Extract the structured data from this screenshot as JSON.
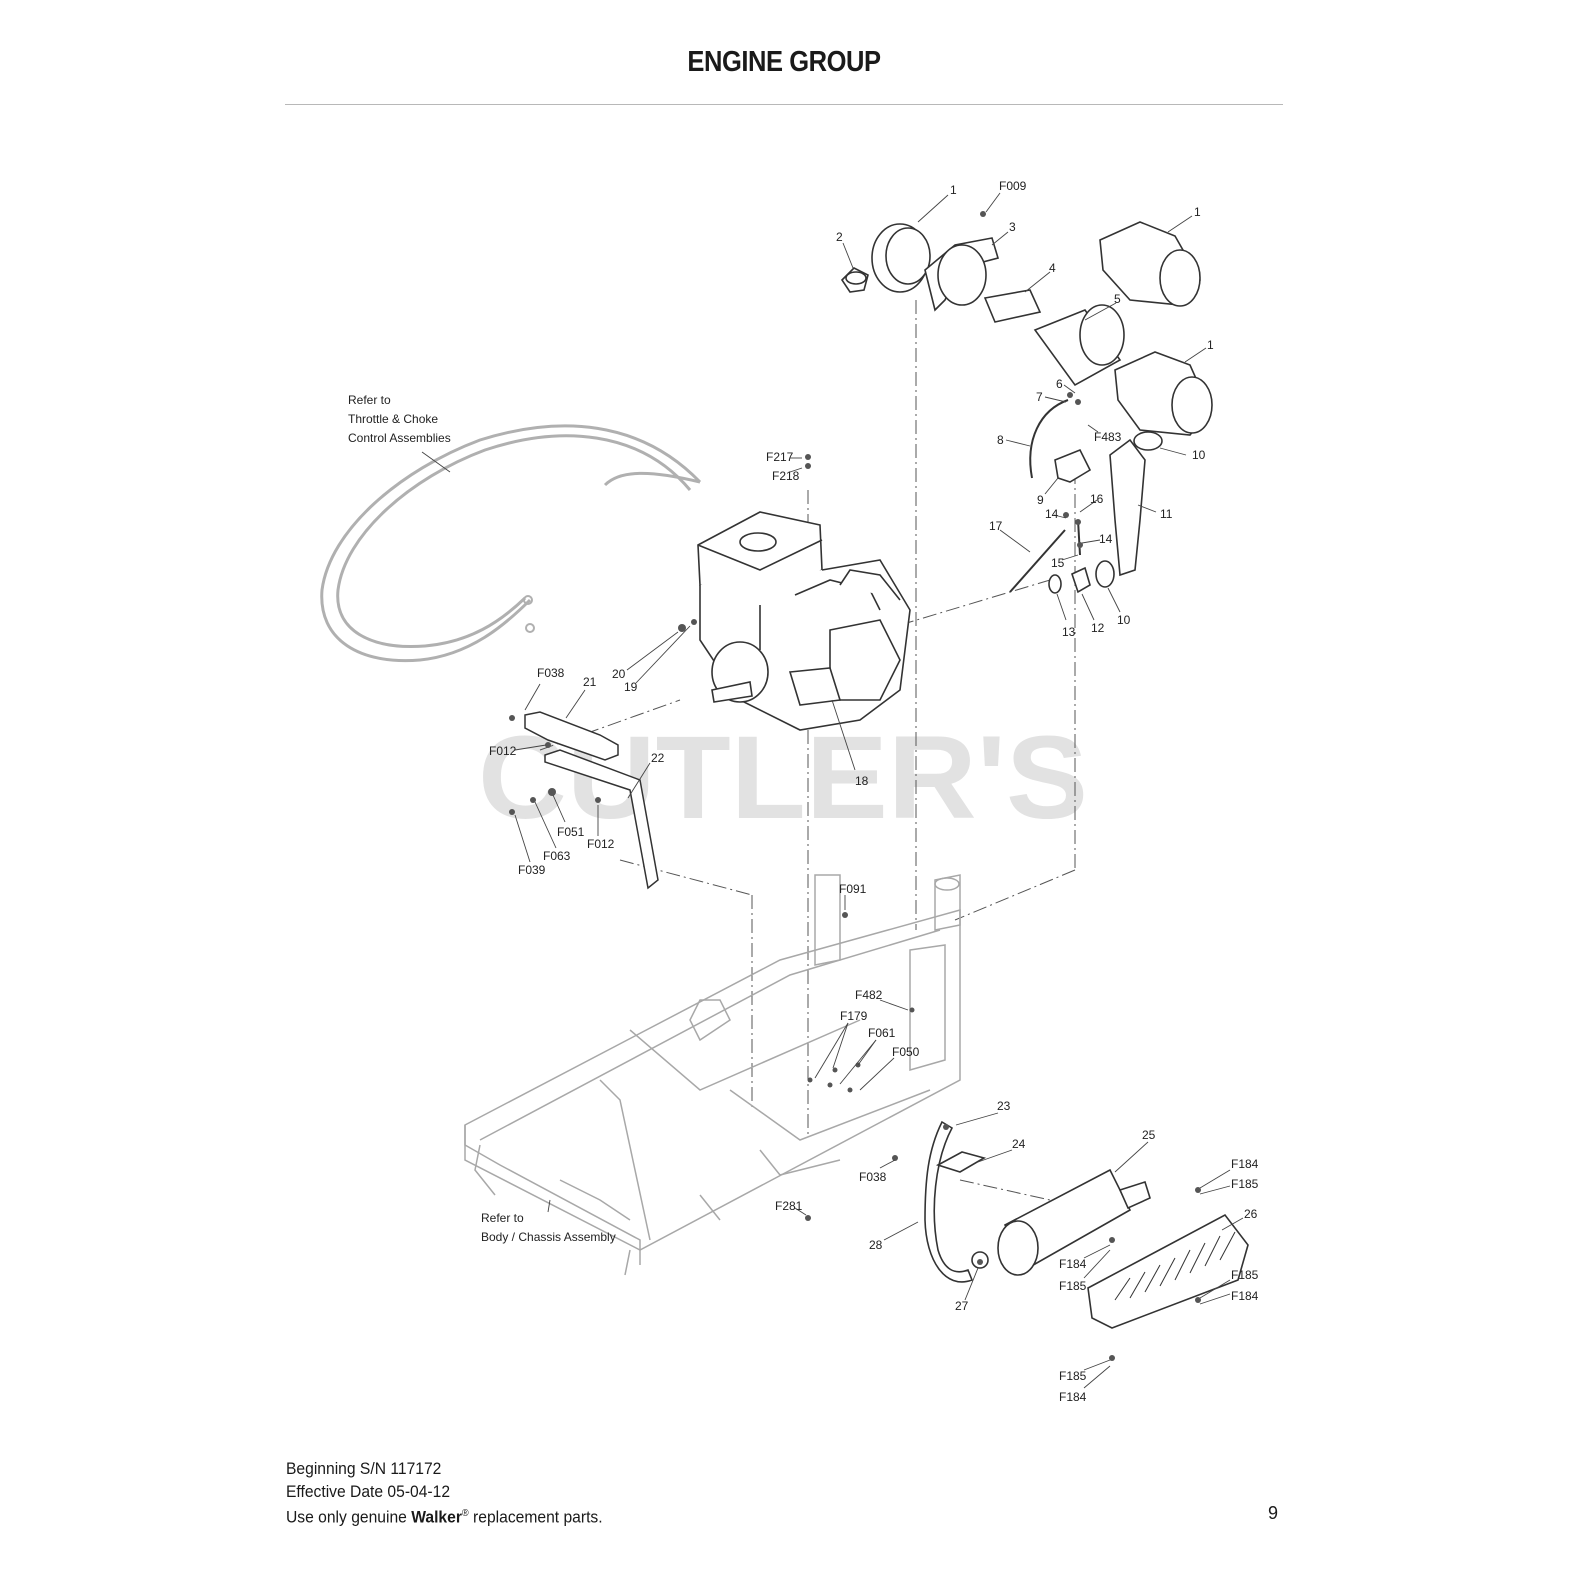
{
  "page": {
    "title": "ENGINE GROUP",
    "page_number": "9"
  },
  "footer": {
    "serial_line": "Beginning S/N 117172",
    "effective_line": "Effective Date 05-04-12",
    "use_prefix": "Use only genuine ",
    "brand": "Walker",
    "registered_mark": "®",
    "use_suffix": " replacement parts."
  },
  "watermark": "CUTLER'S",
  "notes": {
    "throttle_ref": [
      "Refer to",
      "Throttle & Choke",
      "Control Assemblies"
    ],
    "chassis_ref": [
      "Refer to",
      "Body / Chassis Assembly"
    ]
  },
  "callouts": {
    "c1a": "1",
    "cF009": "F009",
    "c2": "2",
    "c3": "3",
    "c1b": "1",
    "c4": "4",
    "c5": "5",
    "c1c": "1",
    "c6": "6",
    "c7": "7",
    "cF483": "F483",
    "c8": "8",
    "c10a": "10",
    "c9": "9",
    "c16": "16",
    "c11": "11",
    "c14a": "14",
    "c14b": "14",
    "c17": "17",
    "c15": "15",
    "c13": "13",
    "c12": "12",
    "c10b": "10",
    "cF217": "F217",
    "cF218": "F218",
    "c20": "20",
    "c19": "19",
    "cF038a": "F038",
    "c21": "21",
    "cF012a": "F012",
    "c22": "22",
    "c18": "18",
    "cF051": "F051",
    "cF063": "F063",
    "cF039": "F039",
    "cF012b": "F012",
    "cF091": "F091",
    "cF482": "F482",
    "cF179": "F179",
    "cF061": "F061",
    "cF050": "F050",
    "c23": "23",
    "c24": "24",
    "c25": "25",
    "cF038b": "F038",
    "cF184a": "F184",
    "cF185a": "F185",
    "c26": "26",
    "cF281": "F281",
    "c28": "28",
    "cF184b": "F184",
    "cF185b": "F185",
    "cF185c": "F185",
    "cF184c": "F184",
    "c27": "27",
    "cF185d": "F185",
    "cF184d": "F184"
  }
}
